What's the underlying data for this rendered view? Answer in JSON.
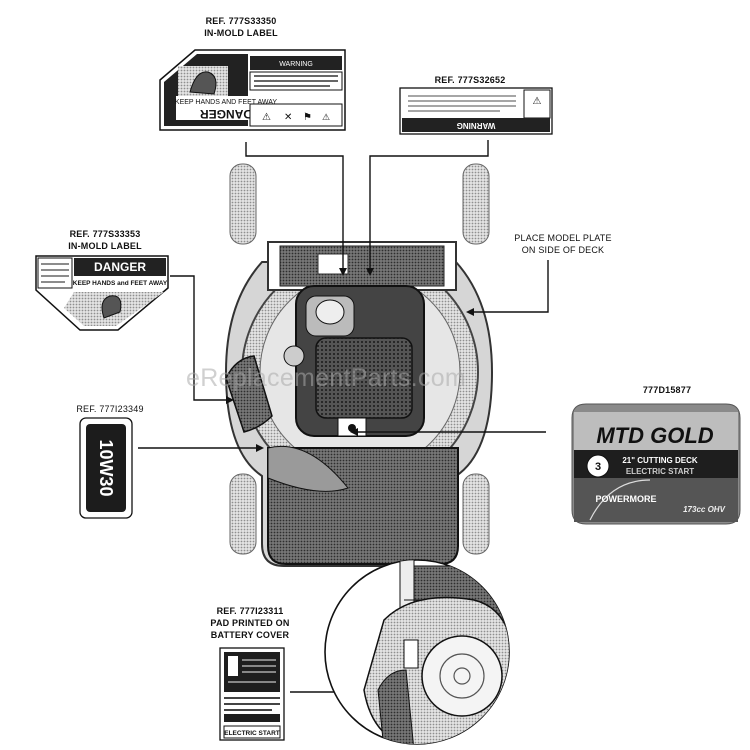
{
  "colors": {
    "ink": "#111111",
    "dark_gray": "#3a3a3a",
    "mid_gray": "#8a8a8a",
    "light_gray": "#cfcfcf",
    "dot_gray": "#b9b9b9"
  },
  "labels": {
    "ref_top": {
      "line1": "REF. 777S33350",
      "line2": "IN-MOLD LABEL"
    },
    "ref_top_right": {
      "line1": "REF. 777S32652"
    },
    "ref_left": {
      "line1": "REF. 777S33353",
      "line2": "IN-MOLD LABEL"
    },
    "model_plate": {
      "line1": "PLACE MODEL PLATE",
      "line2": "ON SIDE OF DECK"
    },
    "ref_oil": {
      "line1": "REF. 777I23349"
    },
    "ref_right": {
      "line1": "777D15877"
    },
    "ref_bottom": {
      "line1": "REF. 777I23311",
      "line2": "PAD PRINTED ON",
      "line3": "BATTERY COVER"
    }
  },
  "decals": {
    "top_decal_text": "DANGER",
    "top_decal_sub": "KEEP HANDS AND FEET AWAY",
    "top_decal_warning": "WARNING",
    "right_small_decal_text": "WARNING",
    "left_decal_text": "DANGER",
    "left_decal_sub": "KEEP HANDS and FEET AWAY",
    "oil_decal_text": "10W30",
    "battery_decal_text": "ELECTRIC START",
    "brand_text": "MTD GOLD",
    "brand_badge": "3",
    "brand_line1": "21\" CUTTING DECK",
    "brand_line2": "ELECTRIC START",
    "brand_line3": "POWERMORE",
    "brand_engine": "173cc OHV"
  },
  "watermark": "eReplacementParts.com"
}
